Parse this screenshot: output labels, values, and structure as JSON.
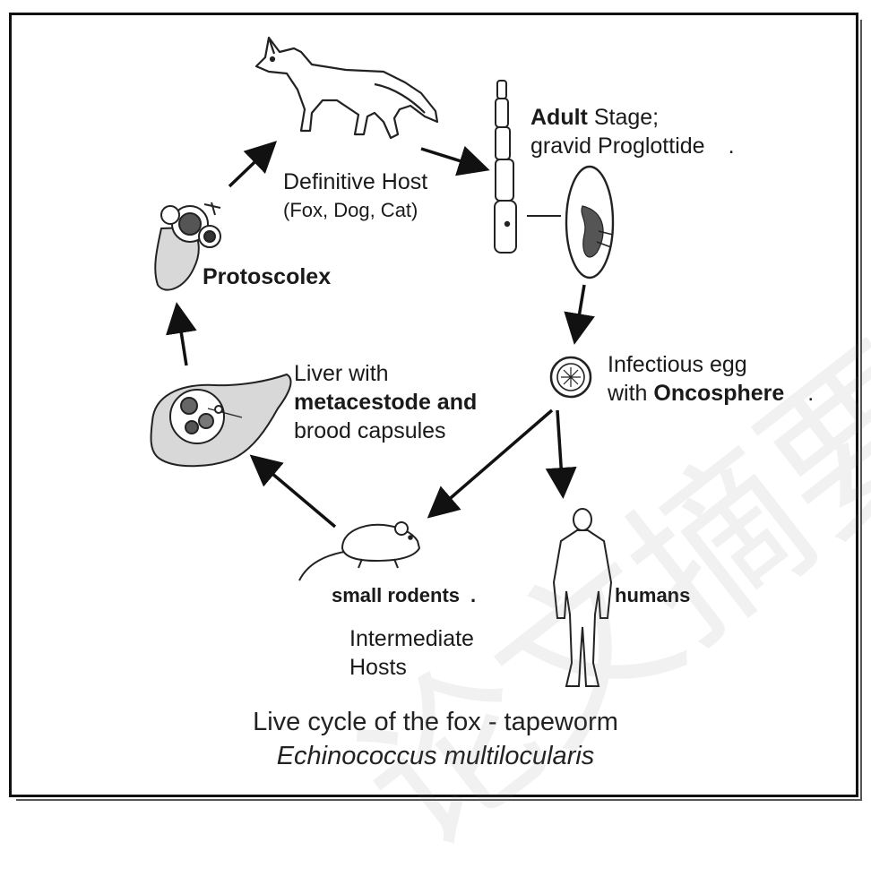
{
  "labels": {
    "definitive_host_line1": "Definitive Host",
    "definitive_host_line2": "(Fox, Dog, Cat)",
    "adult_bold": "Adult",
    "adult_rest": " Stage;",
    "gravid": "gravid Proglottide",
    "gravid_dot": ".",
    "egg_line1": "Infectious egg",
    "egg_line2_prefix": "with ",
    "egg_line2_bold": "Oncosphere",
    "egg_dot": ".",
    "protoscolex": "Protoscolex",
    "liver_line1": "Liver with",
    "liver_line2": "metacestode and",
    "liver_line3": "brood capsules",
    "small_rodents": "small rodents",
    "small_rodents_dot": ".",
    "humans": "humans",
    "intermediate_line1": "Intermediate",
    "intermediate_line2": "Hosts"
  },
  "caption": {
    "line1": "Live cycle of the fox - tapeworm",
    "line2": "Echinococcus multilocularis"
  },
  "watermark": "论文摘要库"
}
